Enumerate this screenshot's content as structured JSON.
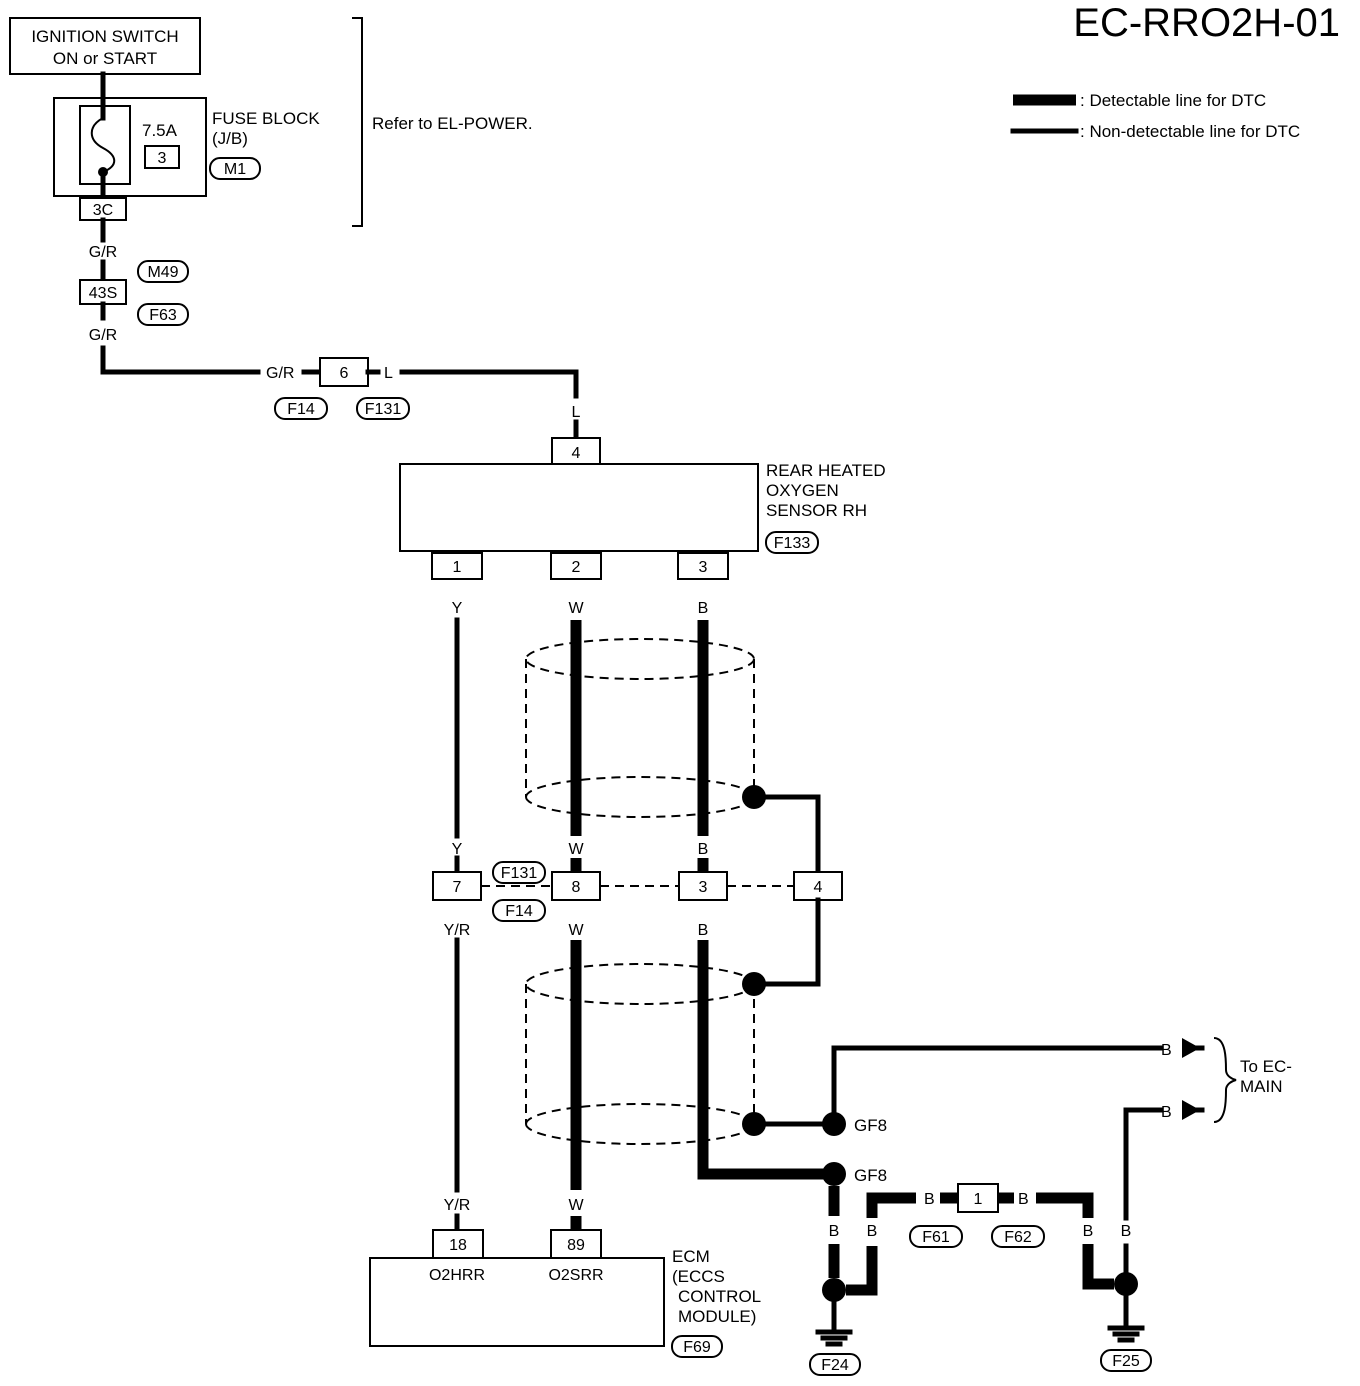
{
  "title": "EC-RRO2H-01",
  "legend": {
    "detectable": ": Detectable line for DTC",
    "non_detectable": ": Non-detectable line for DTC"
  },
  "power": {
    "ignition_line1": "IGNITION SWITCH",
    "ignition_line2": "ON or START",
    "fuse_rating": "7.5A",
    "fuse_number": "3",
    "fuse_block_line1": "FUSE  BLOCK",
    "fuse_block_line2": "(J/B)",
    "fuse_connector": "M1",
    "fuse_terminal": "3C",
    "refer": "Refer to EL-POWER."
  },
  "wires": {
    "gr": "G/R",
    "l": "L",
    "y": "Y",
    "w": "W",
    "b": "B",
    "yr": "Y/R"
  },
  "connectors": {
    "m49": "M49",
    "f63": "F63",
    "j43s": "43S",
    "f14": "F14",
    "f131": "F131",
    "t6": "6",
    "t4": "4",
    "t1": "1",
    "t2": "2",
    "t3": "3",
    "t7": "7",
    "t8": "8",
    "t18": "18",
    "t89": "89",
    "f61": "F61",
    "f62": "F62",
    "f24": "F24",
    "f25": "F25",
    "f69": "F69",
    "f133": "F133"
  },
  "sensor": {
    "line1": "REAR HEATED",
    "line2": "OXYGEN",
    "line3": "SENSOR RH"
  },
  "ecm": {
    "line1": "ECM",
    "line2": "(ECCS",
    "line3": "CONTROL",
    "line4": "MODULE)",
    "pin_o2hrr": "O2HRR",
    "pin_o2srr": "O2SRR"
  },
  "ground": {
    "gf8": "GF8",
    "to_line1": "To EC-",
    "to_line2": "MAIN"
  }
}
